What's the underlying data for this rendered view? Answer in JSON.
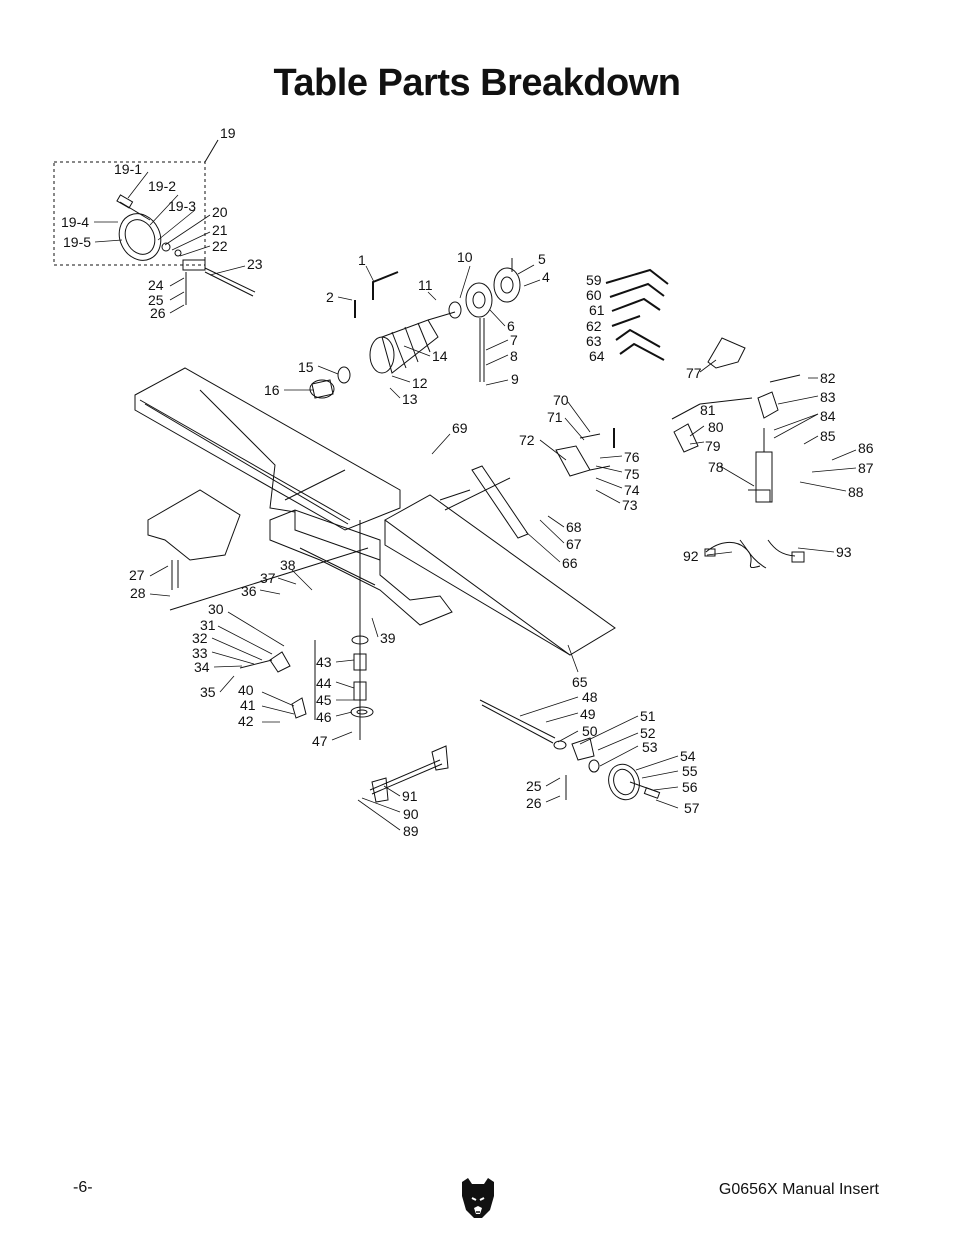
{
  "page_title": "Table Parts Breakdown",
  "footer": {
    "page_number": "-6-",
    "doc_name": "G0656X Manual Insert"
  },
  "logo_icon": "grizzly-bear-head-icon",
  "colors": {
    "ink": "#111111",
    "background": "#ffffff"
  },
  "callouts": [
    "19",
    "19-1",
    "19-2",
    "19-3",
    "19-4",
    "19-5",
    "20",
    "21",
    "22",
    "23",
    "24",
    "25",
    "26",
    "1",
    "2",
    "10",
    "11",
    "5",
    "4",
    "6",
    "7",
    "8",
    "9",
    "14",
    "15",
    "16",
    "12",
    "13",
    "59",
    "60",
    "61",
    "62",
    "63",
    "64",
    "77",
    "82",
    "83",
    "84",
    "85",
    "86",
    "87",
    "88",
    "81",
    "80",
    "79",
    "78",
    "70",
    "71",
    "72",
    "76",
    "75",
    "74",
    "73",
    "69",
    "68",
    "67",
    "66",
    "65",
    "27",
    "28",
    "38",
    "37",
    "36",
    "39",
    "30",
    "31",
    "32",
    "33",
    "34",
    "35",
    "40",
    "41",
    "42",
    "43",
    "44",
    "45",
    "46",
    "47",
    "48",
    "49",
    "50",
    "51",
    "52",
    "53",
    "25",
    "26",
    "54",
    "55",
    "56",
    "57",
    "91",
    "90",
    "89",
    "92",
    "93"
  ]
}
